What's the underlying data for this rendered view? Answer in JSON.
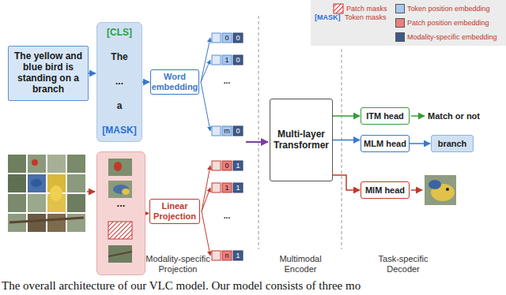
{
  "diagram": {
    "caption": "The overall architecture of our VLC model. Our model consists of three mo",
    "nodes": [
      {
        "text": [
          "The yellow and blue bird is standing on a branch"
        ]
      },
      {
        "text": [
          "[CLS]",
          "The",
          "...",
          "a",
          "[MASK]"
        ]
      },
      {
        "text": [
          "Word embedding"
        ]
      },
      {
        "text": [
          "..."
        ]
      },
      {
        "text": [
          "Linear Projection"
        ]
      },
      {
        "text": [
          "Multi-layer Transformer"
        ]
      },
      {
        "text": [
          "ITM head"
        ]
      },
      {
        "text": [
          "MLM head"
        ]
      },
      {
        "text": [
          "MIM head"
        ]
      },
      {
        "text": [
          "branch"
        ]
      }
    ],
    "edges": [
      {
        "from": 0,
        "to": 1,
        "arrow": "to"
      },
      {
        "from": 1,
        "to": 2,
        "arrow": "to"
      },
      {
        "from": 3,
        "to": 4,
        "arrow": "to"
      },
      {
        "from": 5,
        "to": 6,
        "arrow": "to"
      },
      {
        "from": 5,
        "to": 7,
        "arrow": "to"
      },
      {
        "from": 5,
        "to": 8,
        "arrow": "to"
      },
      {
        "from": 7,
        "to": 9,
        "arrow": "to"
      }
    ],
    "labels": [
      "[MASK]",
      "0",
      "0",
      "1",
      "0",
      "...",
      "m",
      "0",
      "0",
      "1",
      "1",
      "1",
      "...",
      "n",
      "1",
      "Match or not",
      "Modality-specific Projection",
      "Multimodal Encoder",
      "Task-specific Decoder"
    ],
    "legend": [
      {
        "text": "Patch masks"
      },
      {
        "text": "Token masks"
      },
      {
        "text": "Token position embedding",
        "color": "#a8c8f0"
      },
      {
        "text": "Patch position embedding",
        "color": "#e88080"
      },
      {
        "text": "Modality-specific embedding",
        "color": "#3f5a8a"
      }
    ]
  }
}
